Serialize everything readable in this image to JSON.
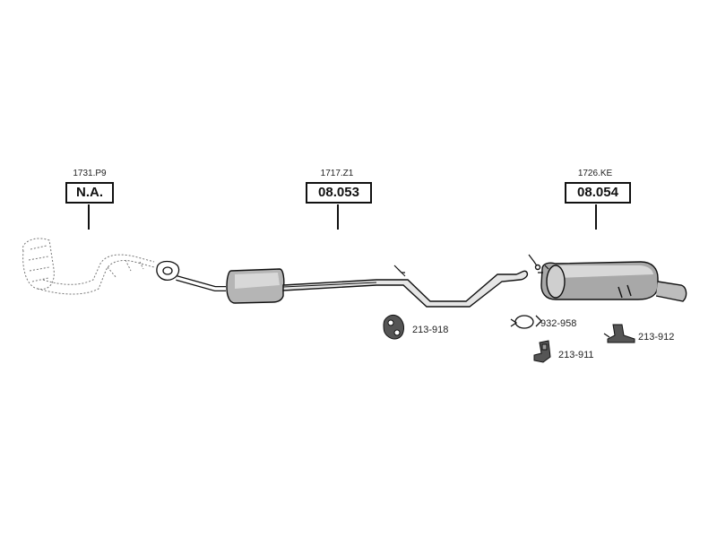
{
  "groups": [
    {
      "ref": "1731.P9",
      "code": "N.A."
    },
    {
      "ref": "1717.Z1",
      "code": "08.053"
    },
    {
      "ref": "1726.KE",
      "code": "08.054"
    }
  ],
  "hardware": [
    {
      "part": "213-918"
    },
    {
      "part": "932-958"
    },
    {
      "part": "213-911"
    },
    {
      "part": "213-912"
    }
  ]
}
